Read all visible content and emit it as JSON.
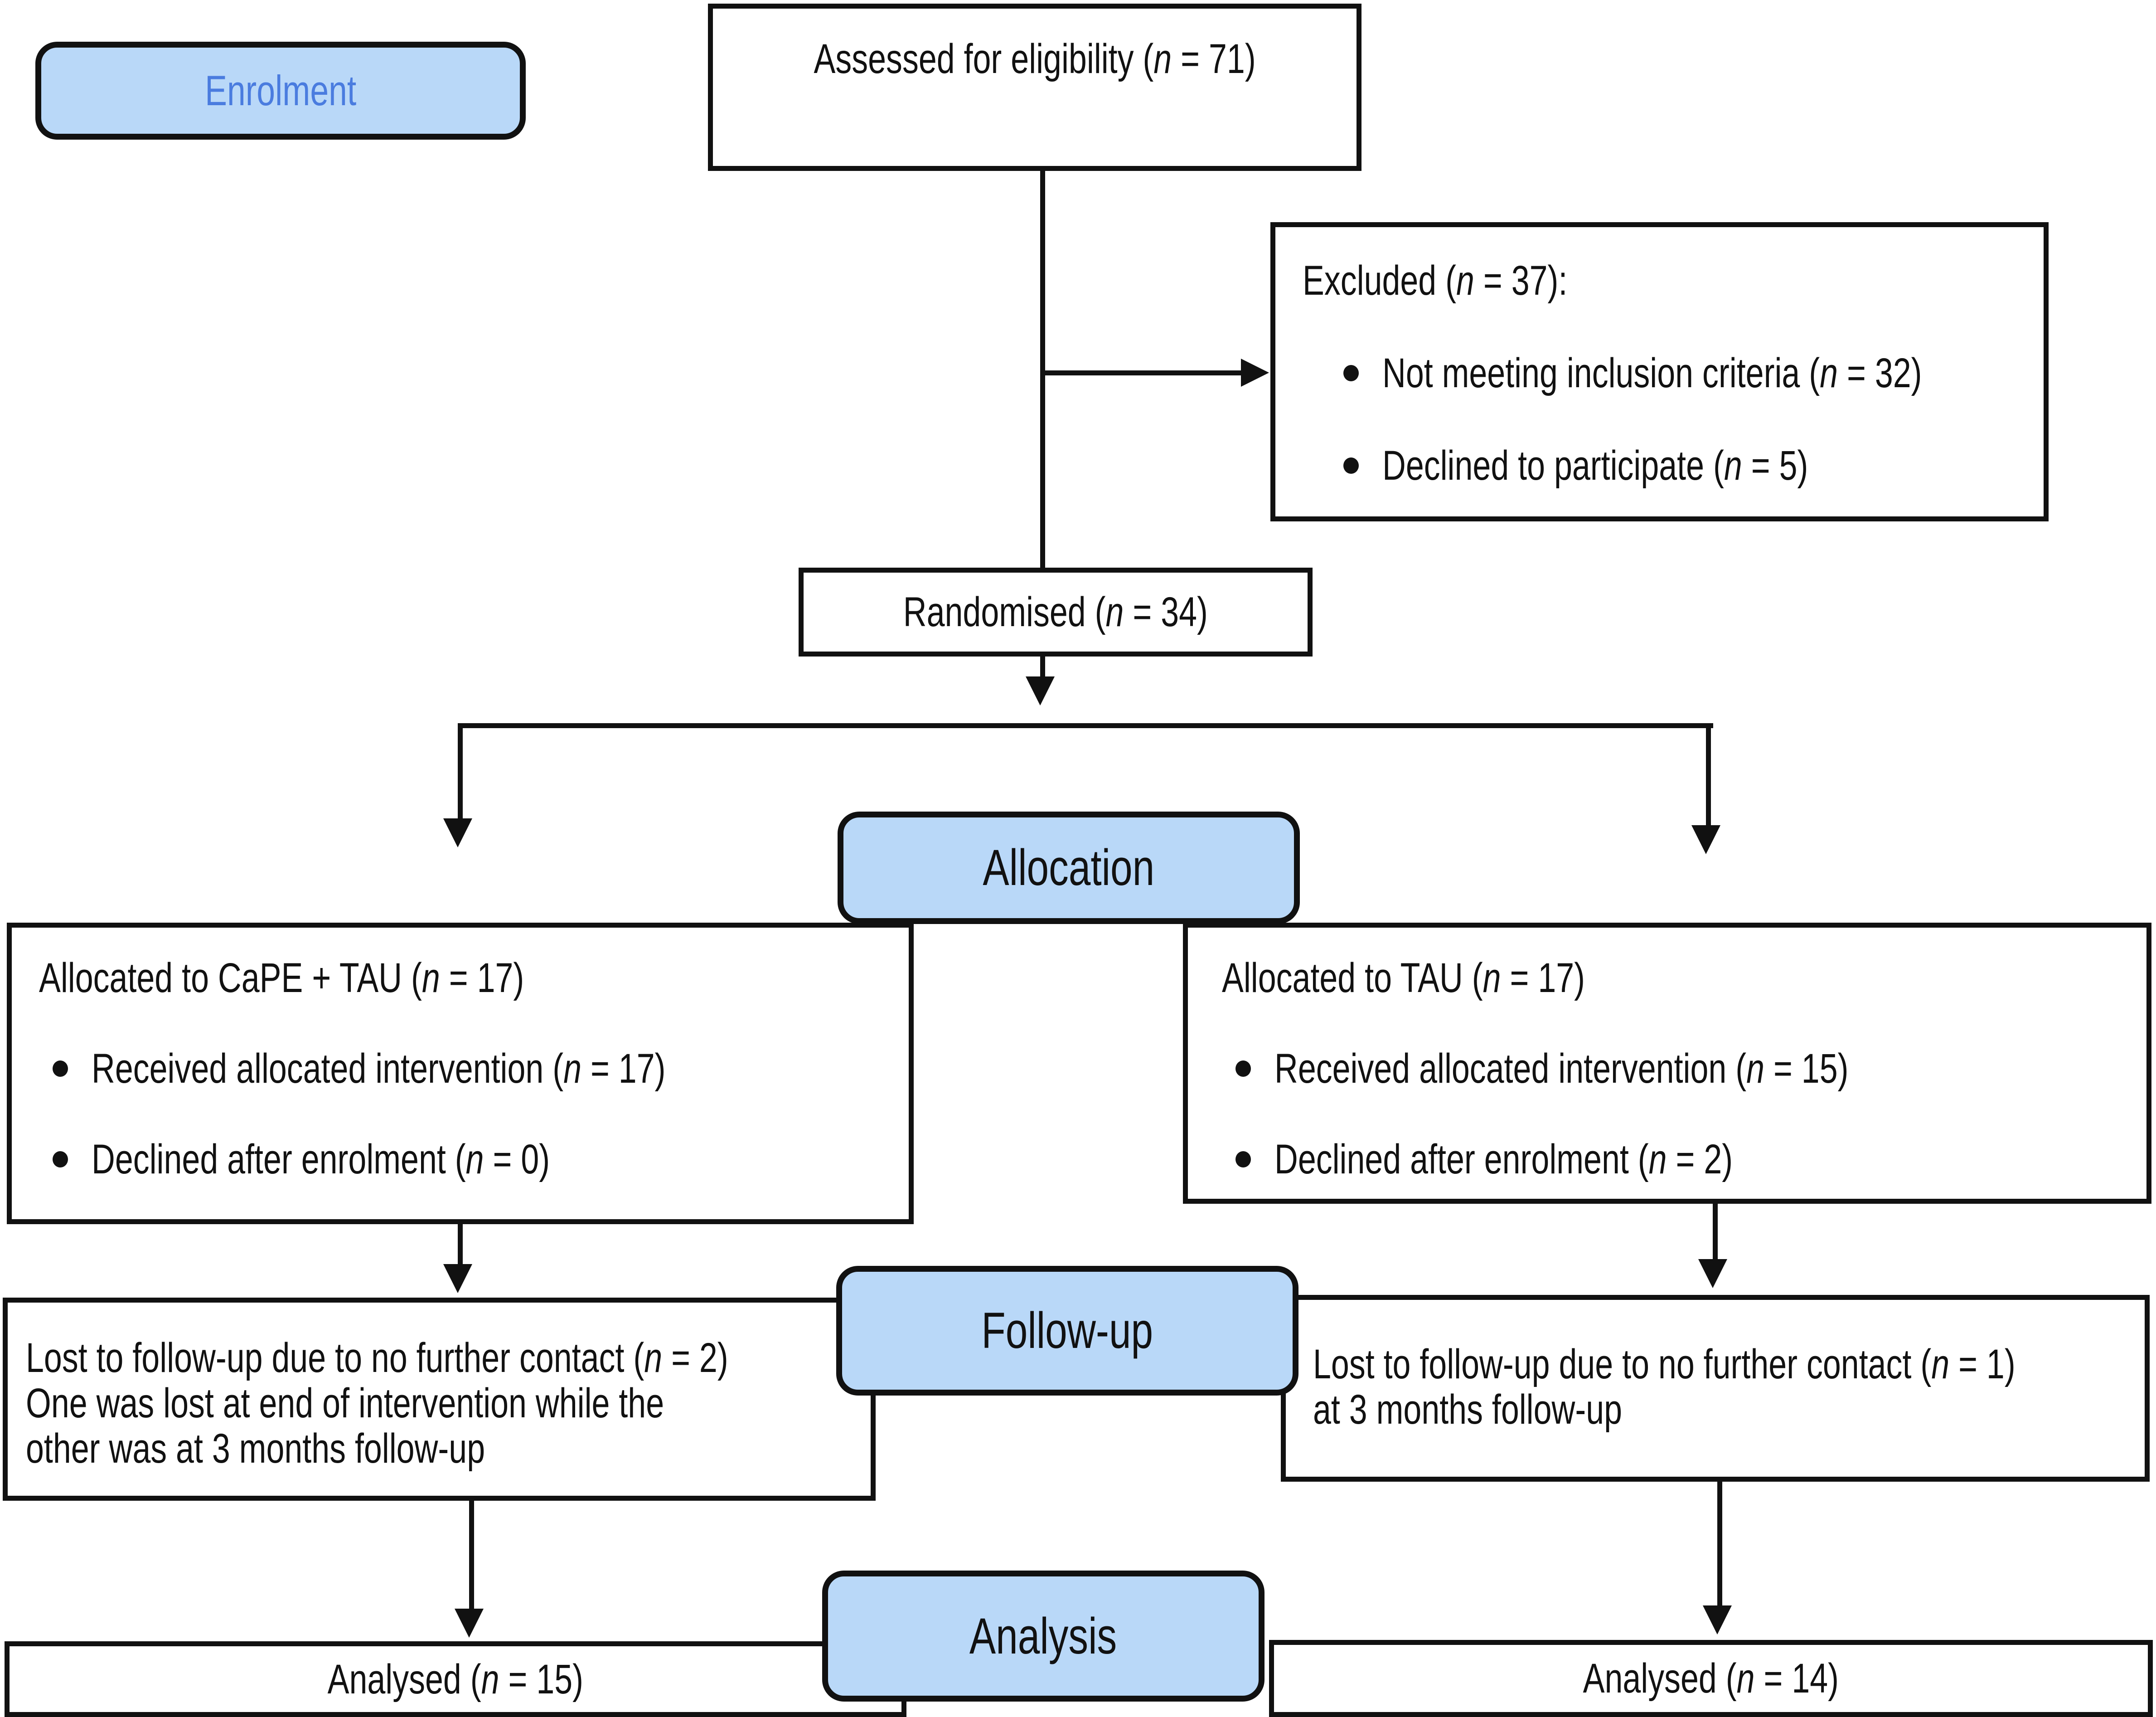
{
  "diagram": {
    "stages": {
      "enrolment": {
        "label": "Enrolment"
      },
      "allocation": {
        "label": "Allocation"
      },
      "follow_up": {
        "label": "Follow-up"
      },
      "analysis": {
        "label": "Analysis"
      }
    },
    "boxes": {
      "assessed": {
        "text": "Assessed for eligibility (n = 71)"
      },
      "excluded": {
        "title": "Excluded (n = 37):",
        "bullets": [
          "Not meeting inclusion criteria (n = 32)",
          "Declined to participate (n = 5)"
        ]
      },
      "randomised": {
        "text": "Randomised (n = 34)"
      },
      "allocated_cape": {
        "title": "Allocated to CaPE + TAU (n = 17)",
        "bullets": [
          "Received allocated intervention (n = 17)",
          "Declined after enrolment (n = 0)"
        ]
      },
      "allocated_tau": {
        "title": "Allocated to TAU (n = 17)",
        "bullets": [
          "Received allocated intervention (n = 15)",
          "Declined after enrolment (n = 2)"
        ]
      },
      "lost_cape": {
        "lines": [
          "Lost to follow-up due to no further contact (n = 2)",
          "One was lost at end of intervention while the",
          "other was at 3 months follow-up"
        ]
      },
      "lost_tau": {
        "lines": [
          "Lost to follow-up due to no further contact (n = 1)",
          "at 3 months follow-up"
        ]
      },
      "analysed_cape": {
        "text": "Analysed (n = 15)"
      },
      "analysed_tau": {
        "text": "Analysed (n = 14)"
      }
    },
    "colors": {
      "stage_fill": "#b9d8f8",
      "stage_border": "#111111",
      "enrolment_text": "#4a7cdf",
      "box_border": "#111111",
      "text": "#111111",
      "background": "#ffffff"
    }
  }
}
